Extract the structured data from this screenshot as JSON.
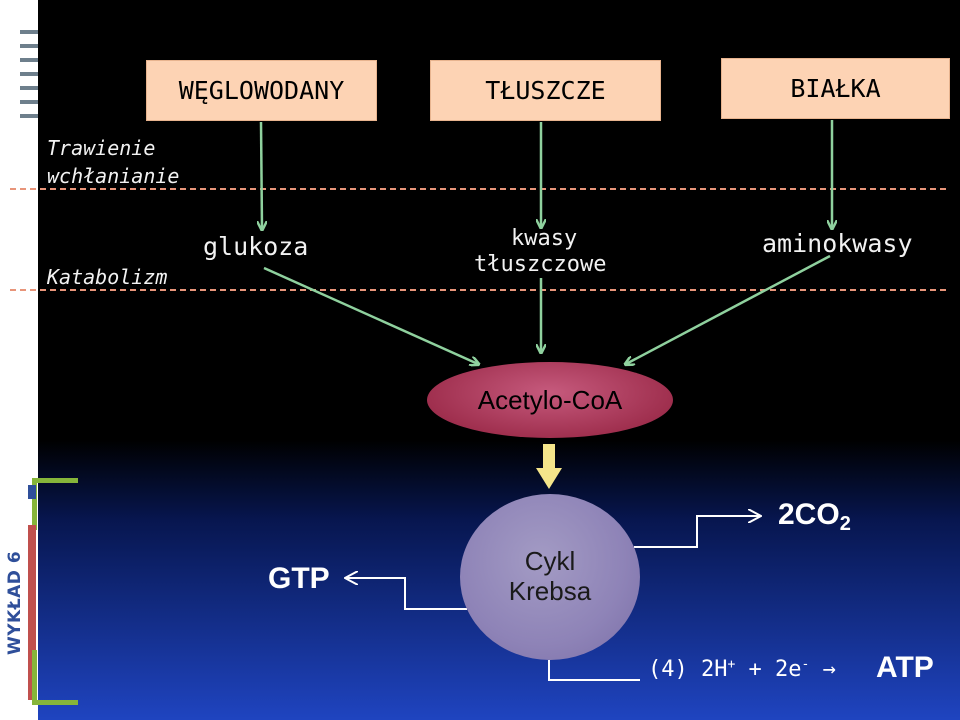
{
  "sources": {
    "carbs": "WĘGLOWODANY",
    "fats": "TŁUSZCZE",
    "proteins": "BIAŁKA"
  },
  "stages": {
    "digestion_line1": "Trawienie",
    "digestion_line2": "wchłanianie",
    "catabolism": "Katabolizm"
  },
  "products": {
    "glucose": "glukoza",
    "fatty_acids_line1": "kwasy",
    "fatty_acids_line2": "tłuszczowe",
    "amino_acids": "aminokwasy"
  },
  "acetyl_coa": "Acetylo-CoA",
  "krebs": {
    "line1": "Cykl",
    "line2": "Krebsa"
  },
  "outputs": {
    "gtp": "GTP",
    "co2_main": "2CO",
    "co2_sub": "2",
    "h_prefix": "(4) 2H",
    "h_charge": "+",
    "e_prefix": " + 2e",
    "e_charge": "-",
    "arrow": "→",
    "atp": "ATP"
  },
  "slide_label": "WYKŁAD 6",
  "colors": {
    "box_fill": "#fdd3b4",
    "arrow_green": "#8fd19e",
    "dashed_line": "#e8957a",
    "ellipse": "#a0304f",
    "circle": "#8e83b7",
    "yellow_arrow": "#f5e58a"
  }
}
